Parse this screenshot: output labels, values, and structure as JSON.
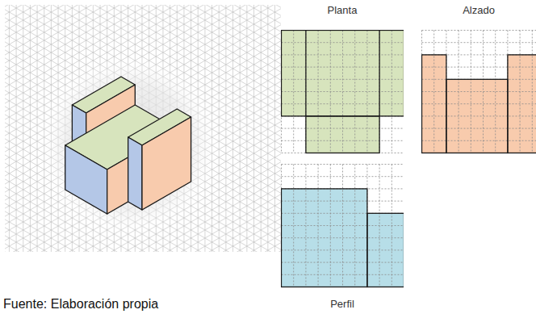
{
  "diagram": {
    "caption": "Fuente: Elaboración propia",
    "nodes": [
      {
        "text": [
          "Planta"
        ]
      },
      {
        "text": [
          "Alzado"
        ]
      },
      {
        "text": [
          "Perfil"
        ]
      }
    ]
  }
}
